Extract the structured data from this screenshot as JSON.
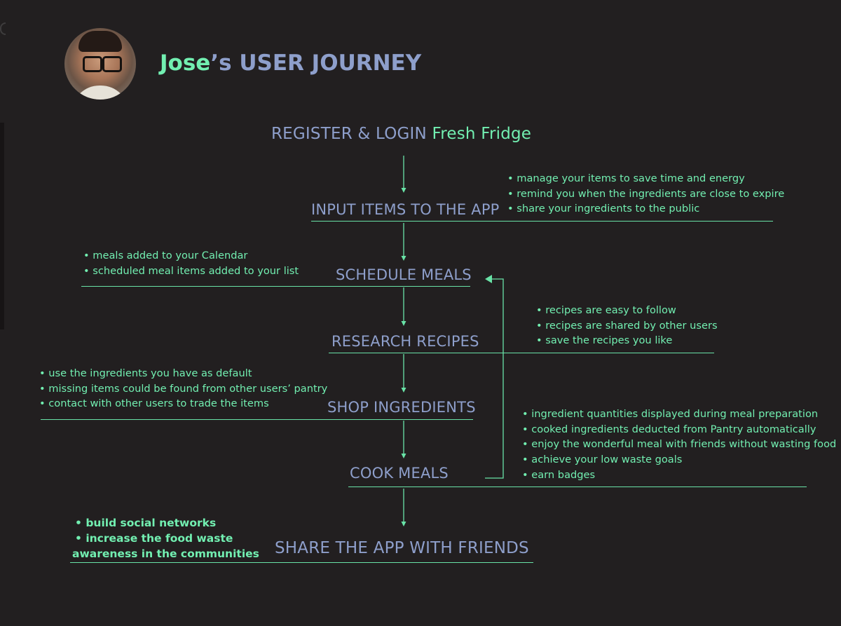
{
  "title": {
    "name": "Jose",
    "suffix": "’s",
    "rest": "USER JOURNEY"
  },
  "steps": {
    "register": {
      "label": "REGISTER & LOGIN",
      "brand": "Fresh Fridge"
    },
    "input": {
      "label": "INPUT ITEMS TO THE APP"
    },
    "schedule": {
      "label": "SCHEDULE MEALS"
    },
    "research": {
      "label": "RESEARCH RECIPES"
    },
    "shop": {
      "label": "SHOP INGREDIENTS"
    },
    "cook": {
      "label": "COOK MEALS"
    },
    "share": {
      "label": "SHARE THE APP WITH FRIENDS"
    }
  },
  "notes": {
    "input": [
      "manage your items to save time and energy",
      "remind you when the ingredients are close to expire",
      "share your ingredients to the public"
    ],
    "schedule": [
      "meals added to your Calendar",
      "scheduled meal items added to your list"
    ],
    "research": [
      "recipes are easy to follow",
      "recipes are shared by other users",
      "save the recipes you like"
    ],
    "shop": [
      "use the ingredients you have as default",
      "missing items could be found from other users’ pantry",
      "contact with other users to trade the items"
    ],
    "cook": [
      "ingredient quantities displayed during meal preparation",
      "cooked ingredients deducted from Pantry automatically",
      "enjoy the wonderful meal with friends without wasting food",
      "achieve your low waste goals",
      "earn badges"
    ],
    "share": [
      "build social networks",
      "increase the food waste",
      "awareness in the communities"
    ]
  },
  "colors": {
    "background": "#221f20",
    "accent_green": "#72efb1",
    "step_blue": "#8e9fcb"
  }
}
